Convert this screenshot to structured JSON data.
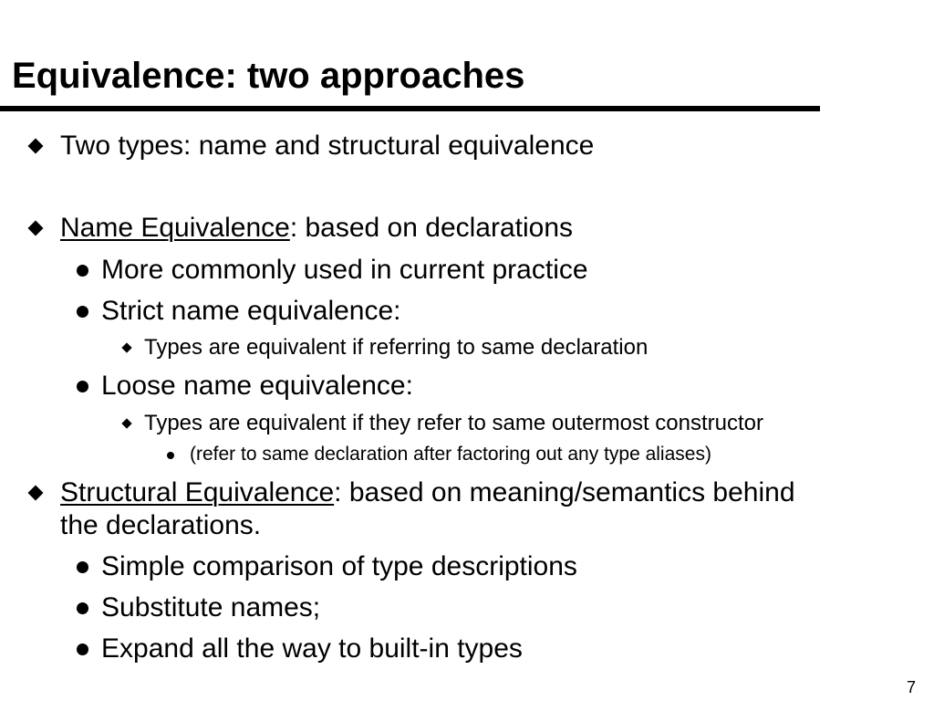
{
  "slide": {
    "title": "Equivalence: two approaches",
    "bullets": {
      "types": "Two types: name and structural equivalence",
      "name_head": "Name Equivalence",
      "name_rest": ": based on declarations",
      "name_sub1": "More commonly used in current practice",
      "name_sub2": "Strict name equivalence:",
      "strict_detail": "Types are equivalent if referring to same declaration",
      "name_sub3": "Loose name equivalence:",
      "loose_detail": "Types are equivalent if they refer to same outermost constructor",
      "loose_note": "(refer to same declaration after factoring out any type aliases)",
      "struct_head": "Structural Equivalence",
      "struct_rest": ": based on meaning/semantics behind",
      "struct_cont": "the declarations.",
      "struct_sub1": "Simple comparison of type descriptions",
      "struct_sub2": "Substitute names;",
      "struct_sub3": "Expand all the way to built-in types"
    },
    "page_number": "7"
  }
}
